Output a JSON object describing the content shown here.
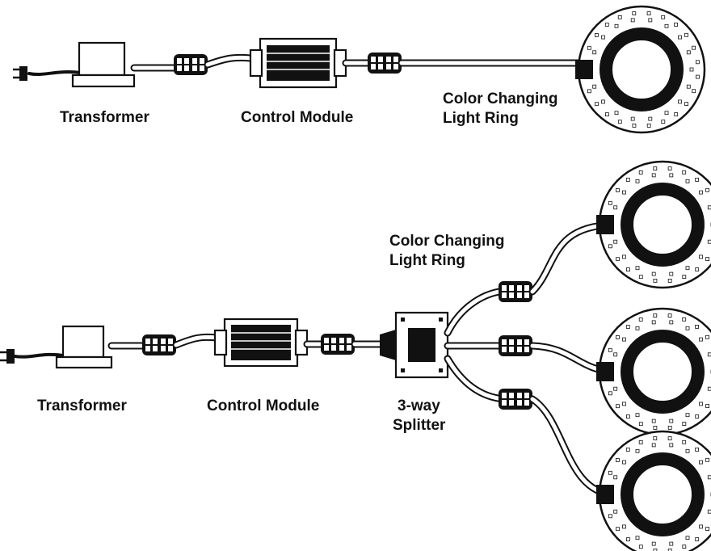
{
  "diagram": {
    "top": {
      "transformer_label": "Transformer",
      "control_module_label": "Control Module",
      "ring_label_line1": "Color Changing",
      "ring_label_line2": "Light Ring"
    },
    "bottom": {
      "transformer_label": "Transformer",
      "control_module_label": "Control Module",
      "splitter_label_line1": "3-way",
      "splitter_label_line2": "Splitter",
      "ring_label_line1": "Color Changing",
      "ring_label_line2": "Light Ring"
    },
    "icons": [
      "plug-icon",
      "transformer-icon",
      "connector-icon",
      "control-module-icon",
      "splitter-icon",
      "light-ring-icon"
    ],
    "colors": {
      "line": "#111111",
      "background": "#ffffff"
    }
  }
}
